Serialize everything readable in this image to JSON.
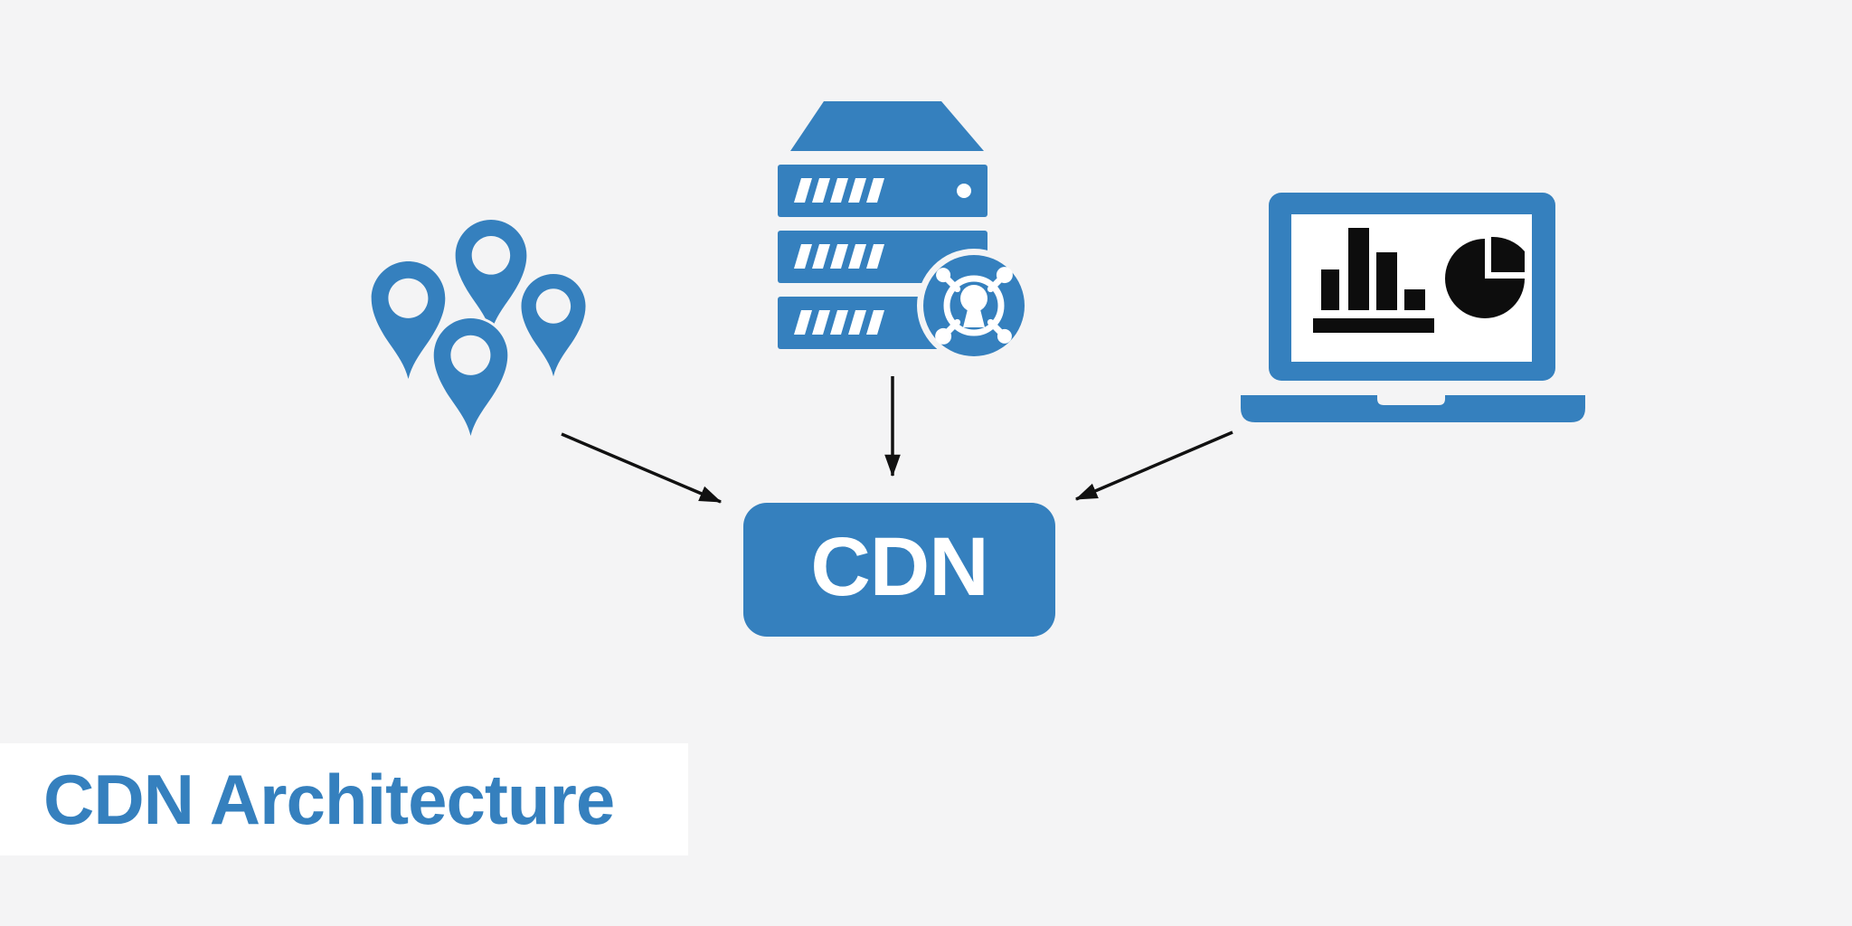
{
  "diagram": {
    "title": "CDN Architecture",
    "center_node": {
      "label": "CDN"
    },
    "nodes": [
      {
        "icon": "map-pins-icon",
        "description": "four map location pins"
      },
      {
        "icon": "server-security-icon",
        "description": "server rack with keyhole security badge"
      },
      {
        "icon": "laptop-analytics-icon",
        "description": "laptop showing bar chart and pie chart"
      }
    ],
    "arrows": [
      {
        "from": "map-pins-icon",
        "to": "CDN"
      },
      {
        "from": "server-security-icon",
        "to": "CDN"
      },
      {
        "from": "laptop-analytics-icon",
        "to": "CDN"
      }
    ],
    "colors": {
      "accent_blue": "#3580BE",
      "background": "#F4F4F5",
      "panel_white": "#FFFFFF",
      "icon_black": "#0D0D0D",
      "arrow_black": "#111111",
      "text_white": "#FFFFFF"
    }
  }
}
